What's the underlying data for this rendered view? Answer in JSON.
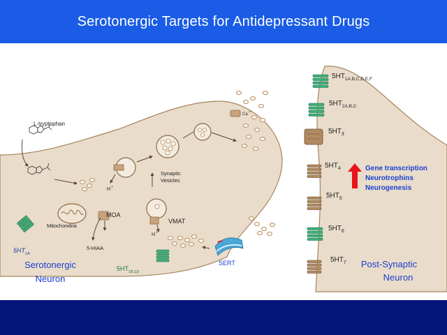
{
  "title": "Serotonergic Targets for Antidepressant Drugs",
  "colors": {
    "title_bar": "#1a5ce6",
    "bottom_bar": "#06157a",
    "neuron_fill": "#e9dcca",
    "neuron_stroke": "#a5845c",
    "vesicle": "#c49a6c",
    "receptor_green": "#3dae78",
    "receptor_brown": "#b08a60",
    "label_blue": "#1a3fd0",
    "label_green": "#1c7a3a",
    "arrow_red": "#e8141b"
  },
  "presynaptic": {
    "l_tryptophan": "L-tryptophan",
    "h_plus_1": "H",
    "h_plus_2": "H",
    "synaptic_vesicles_line1": "Synaptic",
    "synaptic_vesicles_line2": "Vesicles",
    "mitochondria": "Mitochondria",
    "moa": "MOA",
    "vmat": "VMAT",
    "hiaa": "5-HIAA",
    "ca": "Ca",
    "sert": "SERT",
    "receptor_1a": "5HT",
    "receptor_1a_sub": "1A",
    "receptor_1b1d": "5HT",
    "receptor_1b1d_sub": "1B,1D",
    "neuron_line1": "Serotonergic",
    "neuron_line2": "Neuron"
  },
  "postsynaptic": {
    "receptors": [
      {
        "base": "5HT",
        "sub": "1A,B,C,D,E,F"
      },
      {
        "base": "5HT",
        "sub": "2A,B,C"
      },
      {
        "base": "5HT",
        "sub": "3"
      },
      {
        "base": "5HT",
        "sub": "4"
      },
      {
        "base": "5HT",
        "sub": "5"
      },
      {
        "base": "5HT",
        "sub": "6"
      },
      {
        "base": "5HT",
        "sub": "7"
      }
    ],
    "effects": [
      "Gene transcription",
      "Neurotrophins",
      "Neurogenesis"
    ],
    "neuron_line1": "Post-Synaptic",
    "neuron_line2": "Neuron"
  }
}
